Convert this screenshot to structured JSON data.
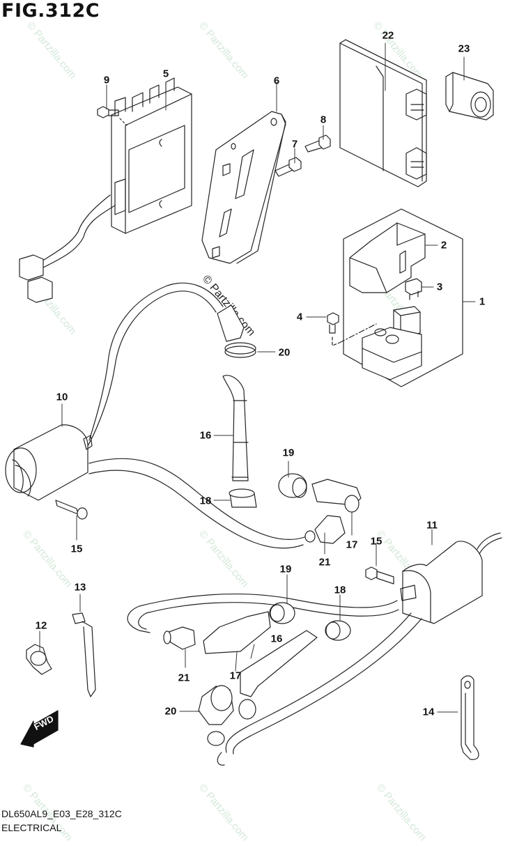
{
  "figure": {
    "title": "FIG.312C",
    "code": "DL650AL9_E03_E28_312C",
    "section": "ELECTRICAL",
    "direction_label": "FWD"
  },
  "watermark": {
    "text": "© Partzilla.com"
  },
  "callouts": [
    {
      "id": "1",
      "label": "1"
    },
    {
      "id": "2",
      "label": "2"
    },
    {
      "id": "3",
      "label": "3"
    },
    {
      "id": "4",
      "label": "4"
    },
    {
      "id": "5",
      "label": "5"
    },
    {
      "id": "6",
      "label": "6"
    },
    {
      "id": "7",
      "label": "7"
    },
    {
      "id": "8",
      "label": "8"
    },
    {
      "id": "9",
      "label": "9"
    },
    {
      "id": "10",
      "label": "10"
    },
    {
      "id": "11",
      "label": "11"
    },
    {
      "id": "12",
      "label": "12"
    },
    {
      "id": "13",
      "label": "13"
    },
    {
      "id": "14",
      "label": "14"
    },
    {
      "id": "15a",
      "label": "15"
    },
    {
      "id": "15b",
      "label": "15"
    },
    {
      "id": "16a",
      "label": "16"
    },
    {
      "id": "16b",
      "label": "16"
    },
    {
      "id": "17a",
      "label": "17"
    },
    {
      "id": "17b",
      "label": "17"
    },
    {
      "id": "18a",
      "label": "18"
    },
    {
      "id": "18b",
      "label": "18"
    },
    {
      "id": "19a",
      "label": "19"
    },
    {
      "id": "19b",
      "label": "19"
    },
    {
      "id": "20a",
      "label": "20"
    },
    {
      "id": "20b",
      "label": "20"
    },
    {
      "id": "21a",
      "label": "21"
    },
    {
      "id": "21b",
      "label": "21"
    },
    {
      "id": "22",
      "label": "22"
    },
    {
      "id": "23",
      "label": "23"
    }
  ]
}
